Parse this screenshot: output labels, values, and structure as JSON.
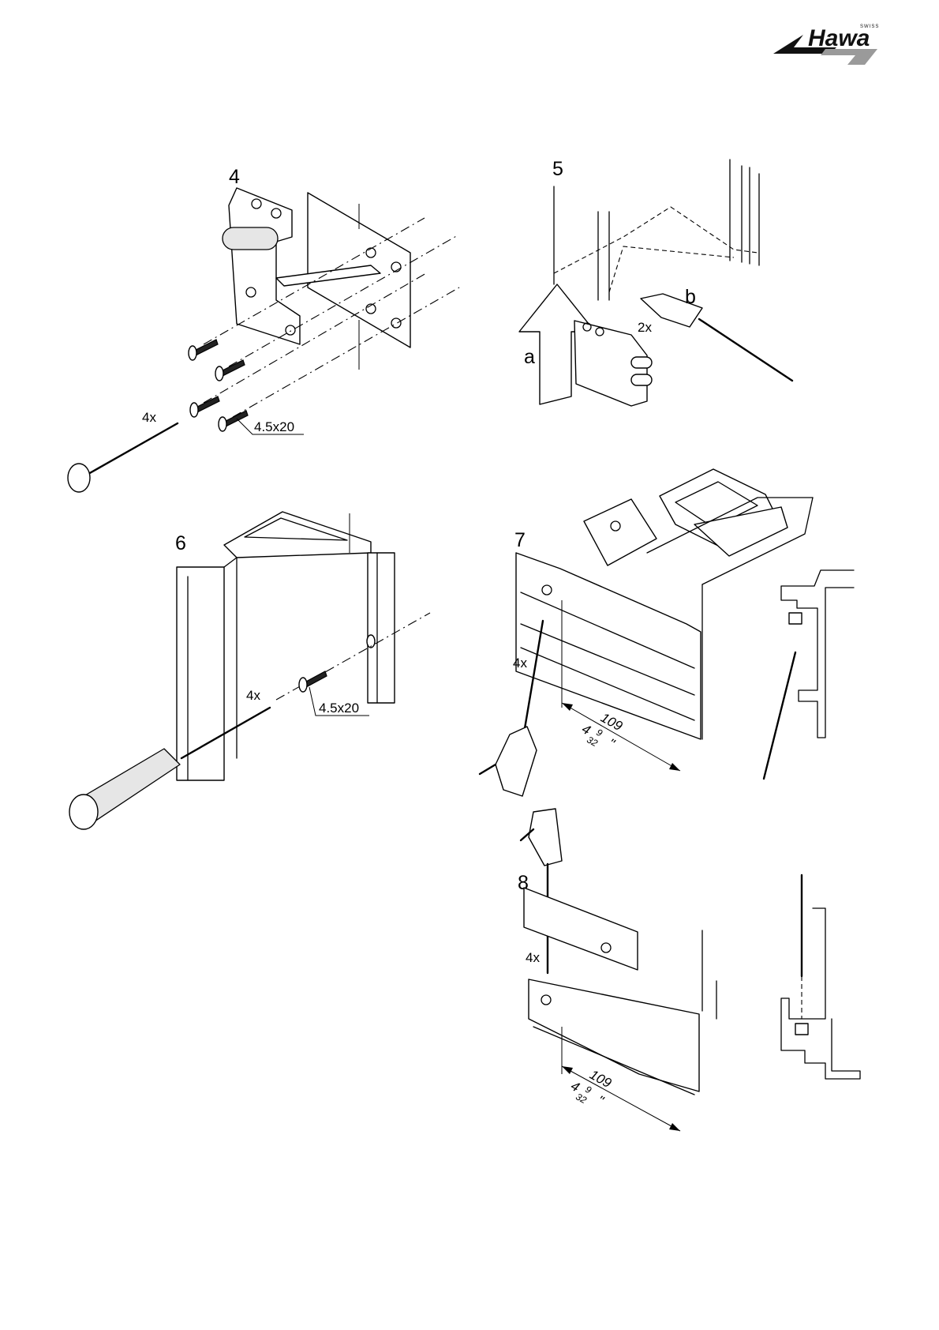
{
  "brand": {
    "name": "Hawa",
    "tagline": "SWISS"
  },
  "steps": [
    {
      "number": "4",
      "labels": [
        "4x",
        "4.5x20"
      ]
    },
    {
      "number": "5",
      "labels": [
        "a",
        "b",
        "2x"
      ]
    },
    {
      "number": "6",
      "labels": [
        "4x",
        "4.5x20"
      ]
    },
    {
      "number": "7",
      "labels": [
        "4x"
      ],
      "dimension": {
        "mm": "109",
        "inch_whole": "4",
        "inch_num": "9",
        "inch_den": "32",
        "inch_mark": "\""
      }
    },
    {
      "number": "8",
      "labels": [
        "4x"
      ],
      "dimension": {
        "mm": "109",
        "inch_whole": "4",
        "inch_num": "9",
        "inch_den": "32",
        "inch_mark": "\""
      }
    }
  ]
}
